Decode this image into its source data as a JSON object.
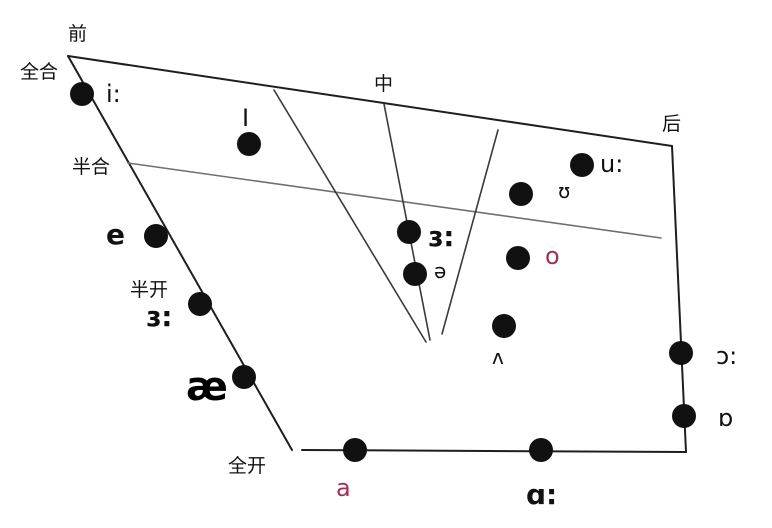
{
  "chart_data": {
    "type": "vowel_quadrilateral",
    "axis_labels": {
      "front": "前",
      "central": "中",
      "back": "后",
      "close": "全合",
      "half_close": "半合",
      "half_open": "半开",
      "open": "全开"
    },
    "vowels": [
      {
        "id": "i-long",
        "symbol": "i:",
        "color": "#111111"
      },
      {
        "id": "I",
        "symbol": "I",
        "color": "#111111"
      },
      {
        "id": "e",
        "symbol": "e",
        "color": "#111111"
      },
      {
        "id": "front-er",
        "symbol": "ɜ:",
        "color": "#111111"
      },
      {
        "id": "ae",
        "symbol": "æ",
        "color": "#111111"
      },
      {
        "id": "a-red",
        "symbol": "a",
        "color": "#a0305a"
      },
      {
        "id": "central-er",
        "symbol": "ɜ:",
        "color": "#111111"
      },
      {
        "id": "schwa",
        "symbol": "ə",
        "color": "#111111"
      },
      {
        "id": "wedge",
        "symbol": "ʌ",
        "color": "#111111"
      },
      {
        "id": "open-a-long",
        "symbol": "ɑ:",
        "color": "#111111"
      },
      {
        "id": "o-red",
        "symbol": "o",
        "color": "#a0305a"
      },
      {
        "id": "u-long",
        "symbol": "u:",
        "color": "#111111"
      },
      {
        "id": "upsilon",
        "symbol": "ʊ",
        "color": "#111111"
      },
      {
        "id": "open-o-long",
        "symbol": "ɔ:",
        "color": "#111111"
      },
      {
        "id": "turned-a",
        "symbol": "ɒ",
        "color": "#111111"
      }
    ]
  }
}
